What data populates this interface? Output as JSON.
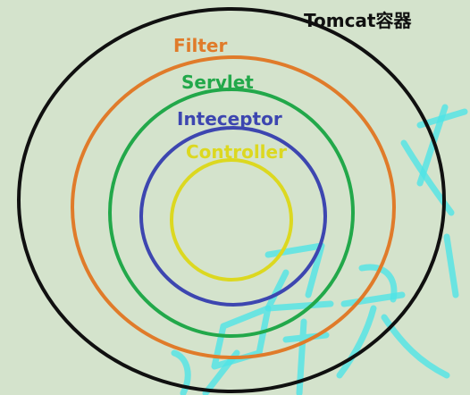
{
  "diagram": {
    "layers": [
      {
        "key": "tomcat",
        "label": "Tomcat容器",
        "color": "#101010"
      },
      {
        "key": "filter",
        "label": "Filter",
        "color": "#e07b2a"
      },
      {
        "key": "servlet",
        "label": "Servlet",
        "color": "#22a84a"
      },
      {
        "key": "interceptor",
        "label": "Inteceptor",
        "color": "#3d46b0"
      },
      {
        "key": "controller",
        "label": "Controller",
        "color": "#dcd820"
      }
    ],
    "background": "#d4e3cc",
    "watermark_color": "#4fe3e6"
  }
}
